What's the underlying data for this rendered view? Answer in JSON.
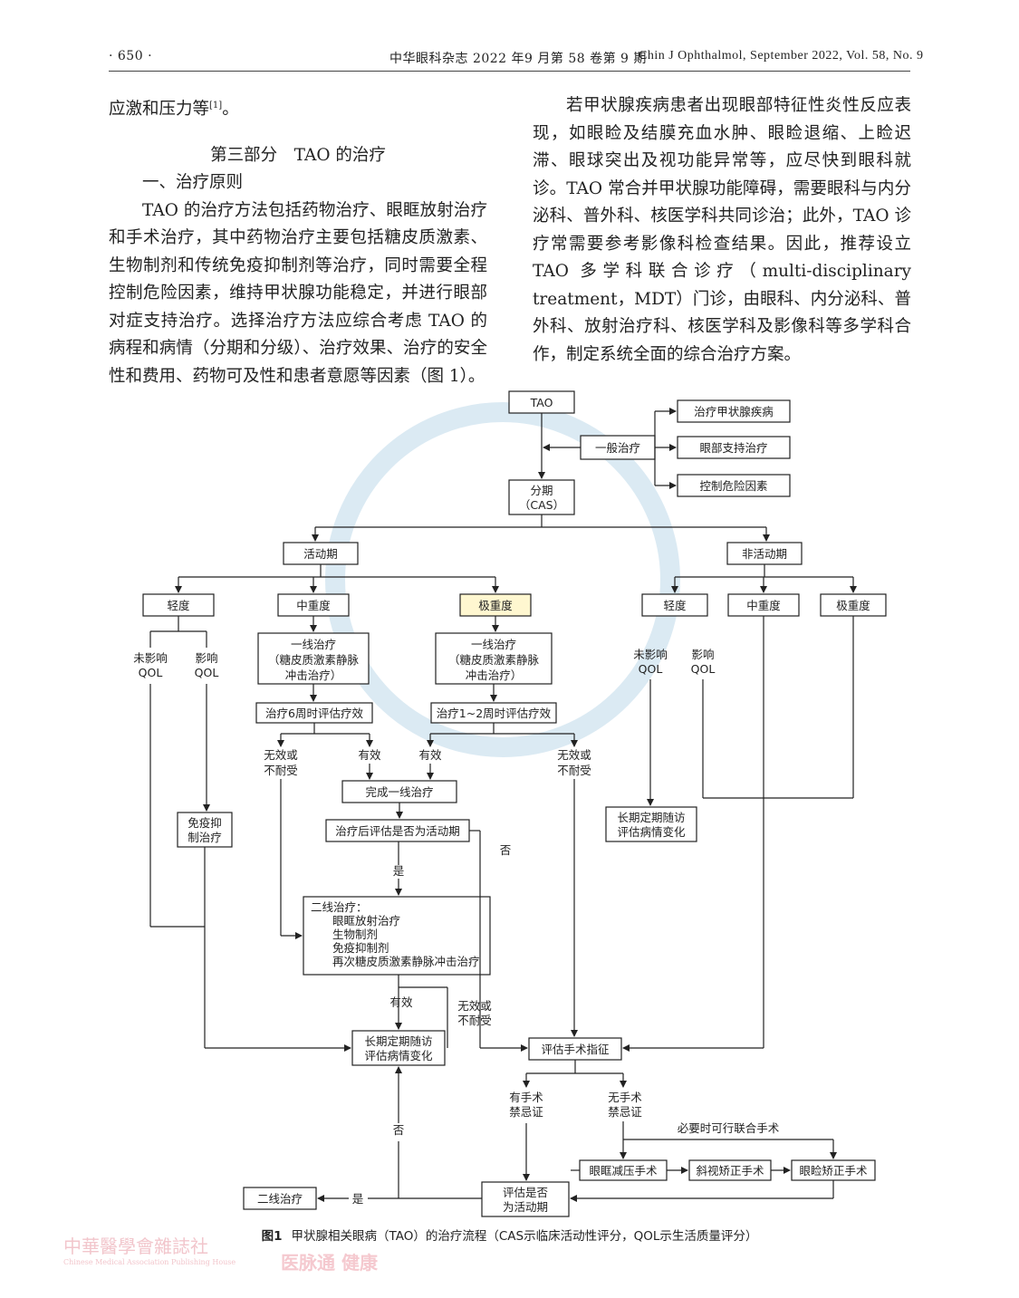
{
  "header": {
    "page_number": "· 650 ·",
    "journal_cn": "中华眼科杂志 2022 年9 月第 58 卷第 9 期",
    "journal_en": "Chin J Ophthalmol, September 2022, Vol. 58, No. 9"
  },
  "left_col": {
    "first_line": "应激和压力等",
    "ref": "[1]",
    "first_line_end": "。",
    "section_title": "第三部分　TAO 的治疗",
    "subsection": "一、治疗原则",
    "para": "TAO 的治疗方法包括药物治疗、眼眶放射治疗和手术治疗，其中药物治疗主要包括糖皮质激素、生物制剂和传统免疫抑制剂等治疗，同时需要全程控制危险因素，维持甲状腺功能稳定，并进行眼部对症支持治疗。选择治疗方法应综合考虑 TAO 的病程和病情（分期和分级）、治疗效果、治疗的安全性和费用、药物可及性和患者意愿等因素（图 1）。"
  },
  "right_col": {
    "para": "若甲状腺疾病患者出现眼部特征性炎性反应表现，如眼睑及结膜充血水肿、眼睑退缩、上睑迟滞、眼球突出及视功能异常等，应尽快到眼科就诊。TAO 常合并甲状腺功能障碍，需要眼科与内分泌科、普外科、核医学科共同诊治；此外，TAO 诊疗常需要参考影像科检查结果。因此，推荐设立 TAO 多学科联合诊疗（multi-disciplinary treatment，MDT）门诊，由眼科、内分泌科、普外科、放射治疗科、核医学科及影像科等多学科合作，制定系统全面的综合治疗方案。"
  },
  "flow": {
    "tao": "TAO",
    "general": "一般治疗",
    "thyroid": "治疗甲状腺疾病",
    "eye_support": "眼部支持治疗",
    "risk": "控制危险因素",
    "staging_1": "分期",
    "staging_2": "（CAS）",
    "active": "活动期",
    "inactive": "非活动期",
    "mild": "轻度",
    "moderate": "中重度",
    "severe": "极重度",
    "no_qol_1": "未影响",
    "no_qol_2": "QOL",
    "qol_1": "影响",
    "qol_2": "QOL",
    "first_line_1": "一线治疗",
    "first_line_2": "（糖皮质激素静脉",
    "first_line_3": "冲击治疗）",
    "eval_6w": "治疗6周时评估疗效",
    "eval_12w": "治疗1~2周时评估疗效",
    "ineffective_1": "无效或",
    "ineffective_2": "不耐受",
    "effective": "有效",
    "complete_first": "完成一线治疗",
    "post_eval": "治疗后评估是否为活动期",
    "no": "否",
    "yes": "是",
    "immuno_1": "免疫抑",
    "immuno_2": "制治疗",
    "second_title": "二线治疗：",
    "second_items": [
      "眼眶放射治疗",
      "生物制剂",
      "免疫抑制剂",
      "再次糖皮质激素静脉冲击治疗"
    ],
    "followup_1": "长期定期随访",
    "followup_2": "评估病情变化",
    "surgery_eval": "评估手术指征",
    "contra_1": "有手术",
    "contra_2": "禁忌证",
    "nocontra_1": "无手术",
    "nocontra_2": "禁忌证",
    "combined": "必要时可行联合手术",
    "decompression": "眼眶减压手术",
    "strabismus": "斜视矫正手术",
    "eyelid": "眼睑矫正手术",
    "eval_active_1": "评估是否",
    "eval_active_2": "为活动期",
    "second_line": "二线治疗"
  },
  "caption": {
    "label": "图1",
    "text": "甲状腺相关眼病（TAO）的治疗流程（CAS示临床活动性评分，QOL示生活质量评分）"
  },
  "watermark": {
    "publisher": "中華醫學會雜誌社",
    "publisher_en": "Chinese Medical Association Publishing House",
    "brand": "医脉通 健康"
  }
}
